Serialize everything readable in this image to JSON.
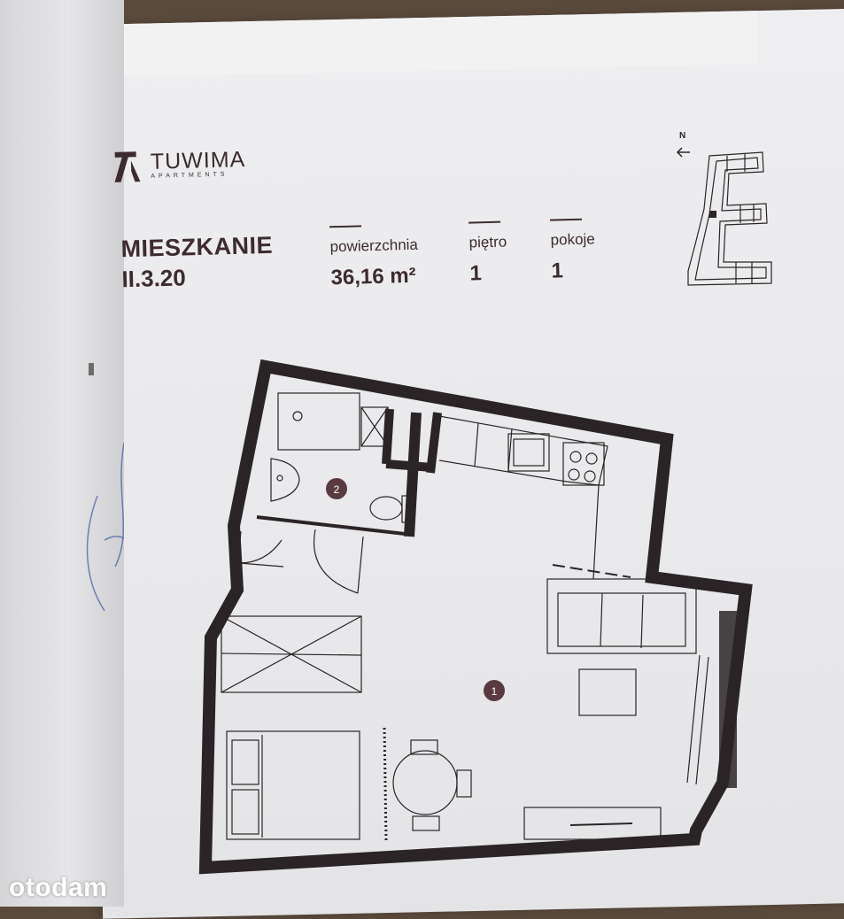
{
  "logo": {
    "name": "TUWIMA",
    "subtitle": "APARTMENTS"
  },
  "apartment": {
    "label_line1": "MIESZKANIE",
    "label_line2": "II.3.20"
  },
  "stats": [
    {
      "label": "powierzchnia",
      "value": "36,16 m²"
    },
    {
      "label": "piętro",
      "value": "1"
    },
    {
      "label": "pokoje",
      "value": "1"
    }
  ],
  "compass": {
    "letter": "N",
    "icon": "north-arrow-icon"
  },
  "rooms": [
    {
      "number": "1"
    },
    {
      "number": "2"
    }
  ],
  "watermark": "otodam",
  "colors": {
    "brand": "#3d2b2f",
    "wall": "#2a2426",
    "room_marker": "#5a3a40"
  }
}
